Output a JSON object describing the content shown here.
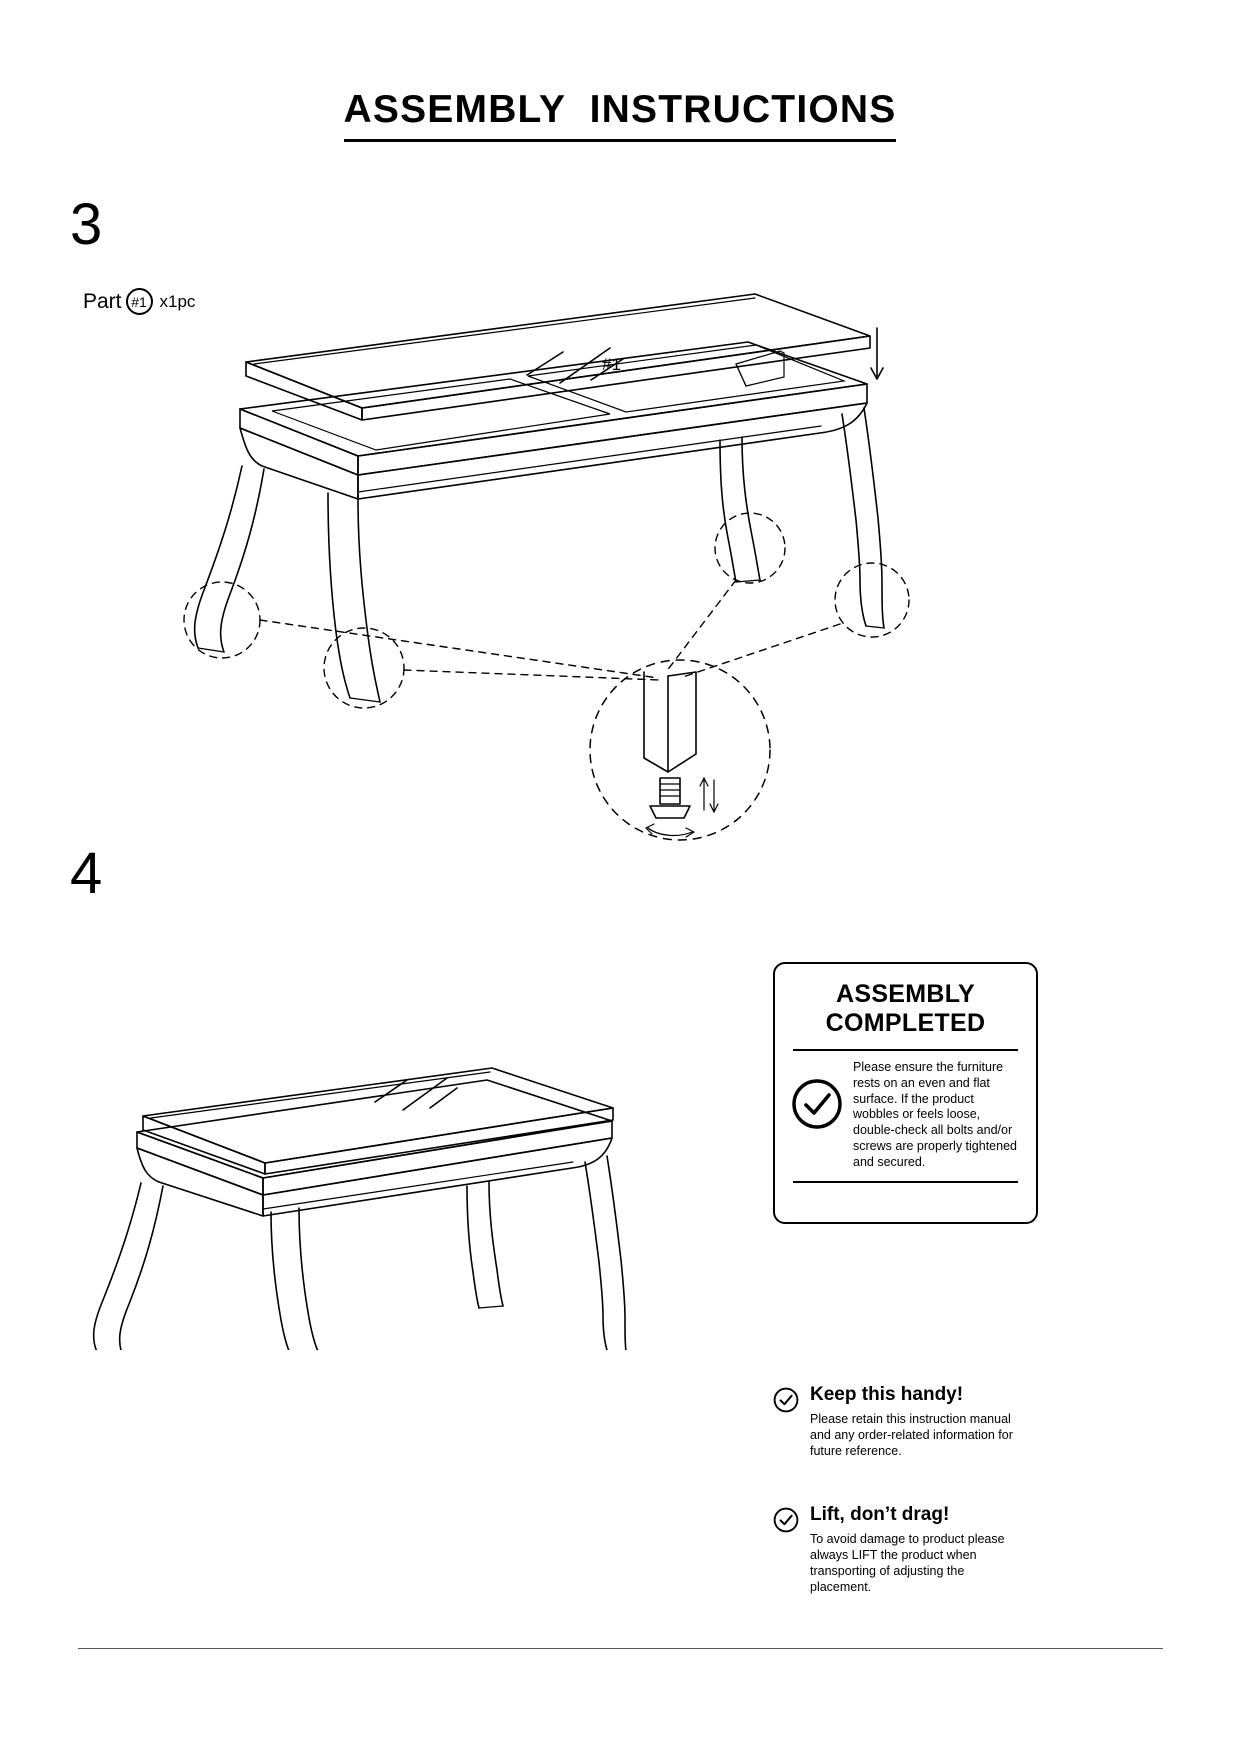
{
  "document": {
    "title": "ASSEMBLY  INSTRUCTIONS"
  },
  "steps": [
    {
      "number": "3",
      "part_label": {
        "prefix": "Part",
        "badge": "#1",
        "quantity": "x1pc"
      },
      "diagram_callout": "#1"
    },
    {
      "number": "4"
    }
  ],
  "completed_card": {
    "title": "ASSEMBLY\nCOMPLETED",
    "icon": "check-circle-icon",
    "body": "Please ensure the furniture rests on an even and flat surface. If the product wobbles or feels loose, double-check all bolts and/or screws are properly tightened and secured."
  },
  "tips": [
    {
      "icon": "check-circle-icon",
      "heading": "Keep this handy!",
      "body": "Please retain this instruction manual and any order-related information for future reference."
    },
    {
      "icon": "check-circle-icon",
      "heading": "Lift, don’t drag!",
      "body": "To avoid damage to product please always LIFT the product when transporting of adjusting the placement."
    }
  ],
  "colors": {
    "ink": "#000000",
    "paper": "#ffffff",
    "rule": "#555555"
  }
}
